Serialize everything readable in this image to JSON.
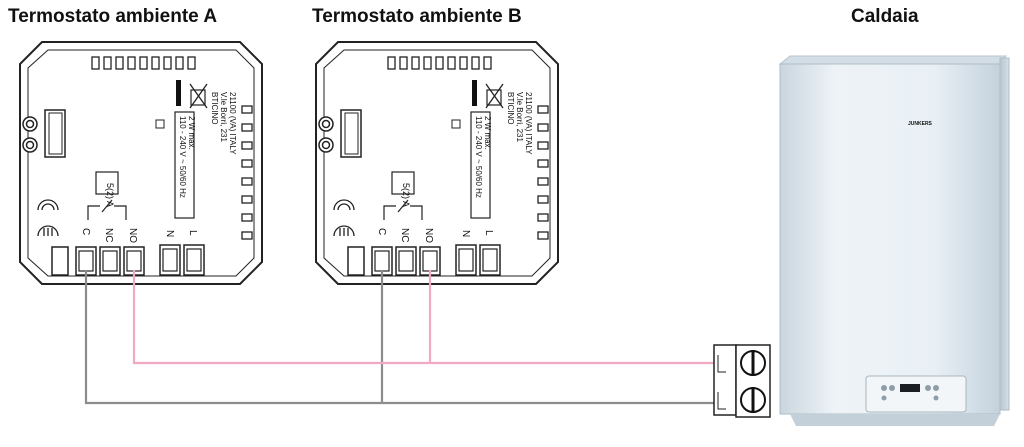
{
  "titles": {
    "thermostat_a": "Termostato ambiente A",
    "thermostat_b": "Termostato ambiente B",
    "boiler": "Caldaia"
  },
  "thermostat": {
    "rating": "5(2) A",
    "terminals": [
      "C",
      "NC",
      "NO",
      "N",
      "L"
    ],
    "manufacturer_lines": [
      "BTICINO",
      "V.le Borri, 231",
      "21100 (VA) ITALY"
    ],
    "spec_lines": [
      "110 - 240 V ~ 50/60 Hz",
      "2 W max."
    ]
  },
  "boiler": {
    "brand": "JUNKERS"
  },
  "colors": {
    "wire_c": "#8c8c8c",
    "wire_no": "#f0a8c4",
    "outline": "#222222",
    "boiler_body": "#e4edf3"
  }
}
